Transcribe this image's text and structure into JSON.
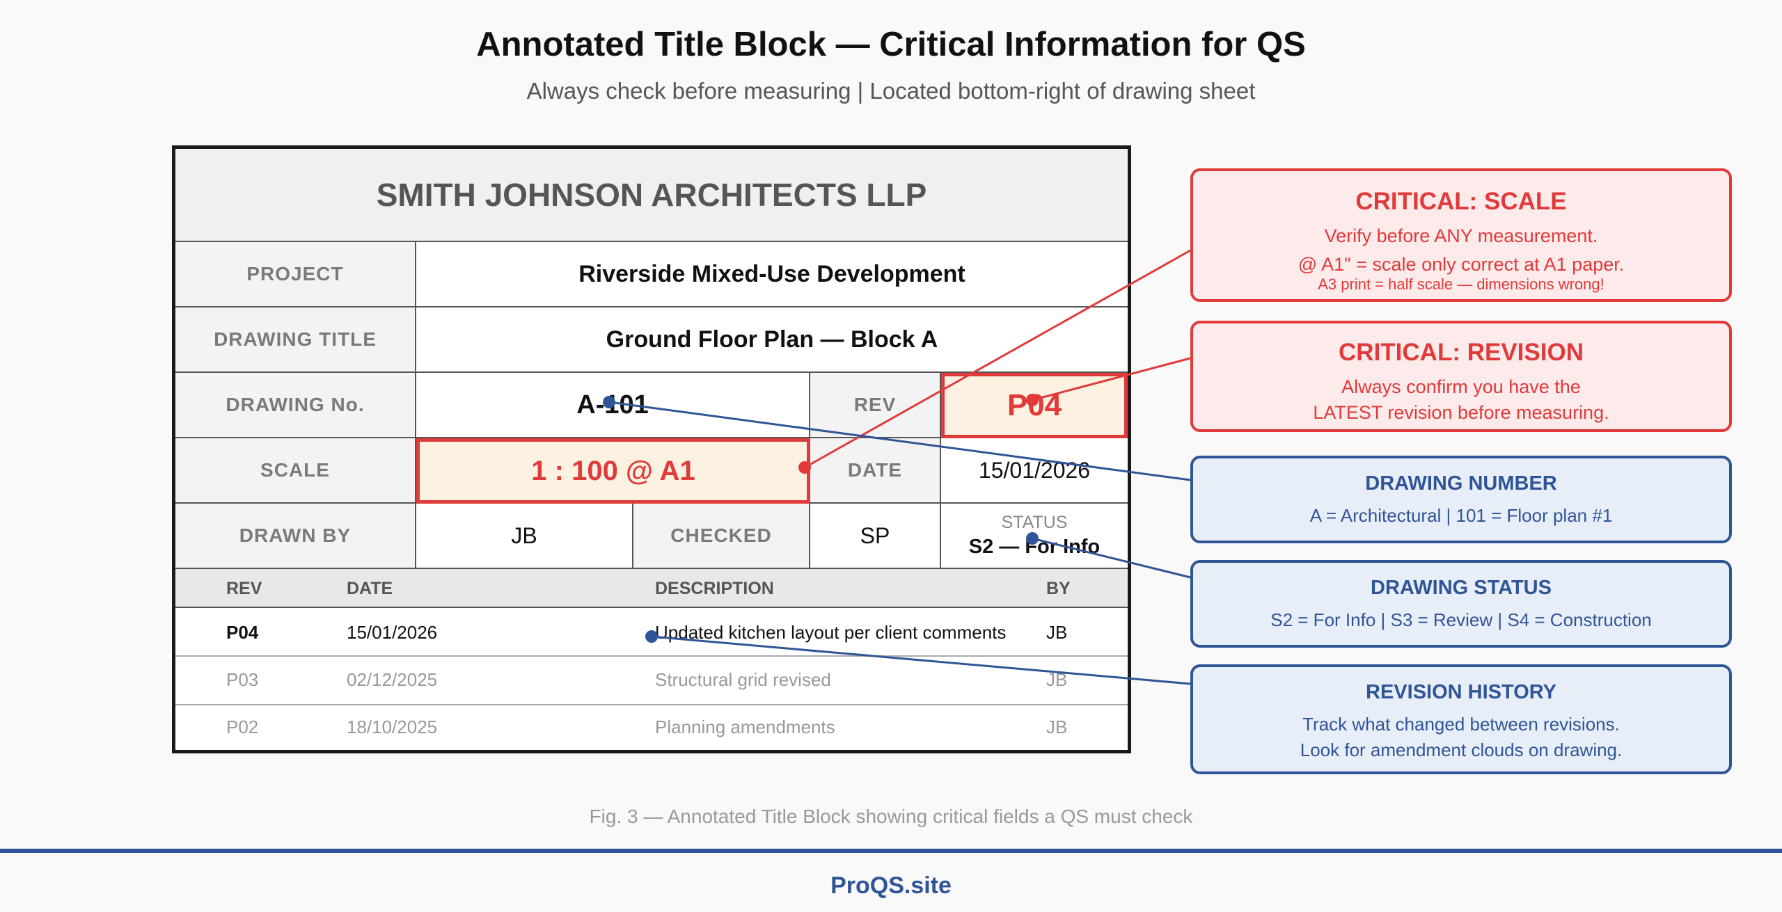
{
  "header": {
    "title": "Annotated Title Block — Critical Information for QS",
    "subtitle": "Always check before measuring | Located bottom-right of drawing sheet"
  },
  "title_block": {
    "firm": "SMITH JOHNSON ARCHITECTS LLP",
    "project_label": "PROJECT",
    "project_value": "Riverside Mixed-Use Development",
    "drawing_title_label": "DRAWING TITLE",
    "drawing_title_value": "Ground Floor Plan — Block A",
    "drawing_no_label": "DRAWING No.",
    "drawing_no_value": "A-101",
    "rev_label": "REV",
    "rev_value": "P04",
    "scale_label": "SCALE",
    "scale_value": "1 : 100 @ A1",
    "date_label": "DATE",
    "date_value": "15/01/2026",
    "drawn_by_label": "DRAWN BY",
    "drawn_by_value": "JB",
    "checked_label": "CHECKED",
    "checked_value": "SP",
    "status_label": "STATUS",
    "status_value": "S2 — For Info"
  },
  "revision_history": {
    "headers": {
      "rev": "REV",
      "date": "DATE",
      "description": "DESCRIPTION",
      "by": "BY"
    },
    "rows": [
      {
        "rev": "P04",
        "date": "15/01/2026",
        "description": "Updated kitchen layout per client comments",
        "by": "JB"
      },
      {
        "rev": "P03",
        "date": "02/12/2025",
        "description": "Structural grid revised",
        "by": "JB"
      },
      {
        "rev": "P02",
        "date": "18/10/2025",
        "description": "Planning amendments",
        "by": "JB"
      }
    ]
  },
  "callouts": {
    "scale": {
      "title": "CRITICAL: SCALE",
      "line1": "Verify before ANY measurement.",
      "line2": "@ A1\" = scale only correct at A1 paper.",
      "line3": "A3 print = half scale — dimensions wrong!"
    },
    "revision": {
      "title": "CRITICAL: REVISION",
      "line1": "Always confirm you have the",
      "line2": "LATEST revision before measuring."
    },
    "drawing_number": {
      "title": "DRAWING NUMBER",
      "line1": "A = Architectural | 101 = Floor plan #1"
    },
    "drawing_status": {
      "title": "DRAWING STATUS",
      "line1": "S2 = For Info | S3 = Review | S4 = Construction"
    },
    "revision_history": {
      "title": "REVISION HISTORY",
      "line1": "Track what changed between revisions.",
      "line2": "Look for amendment clouds on drawing."
    }
  },
  "caption": "Fig. 3 — Annotated Title Block showing critical fields a QS must check",
  "footer": "ProQS.site",
  "colors": {
    "critical": "#e03a3a",
    "info": "#2f5597",
    "highlight_fill": "#fdf1e1"
  }
}
